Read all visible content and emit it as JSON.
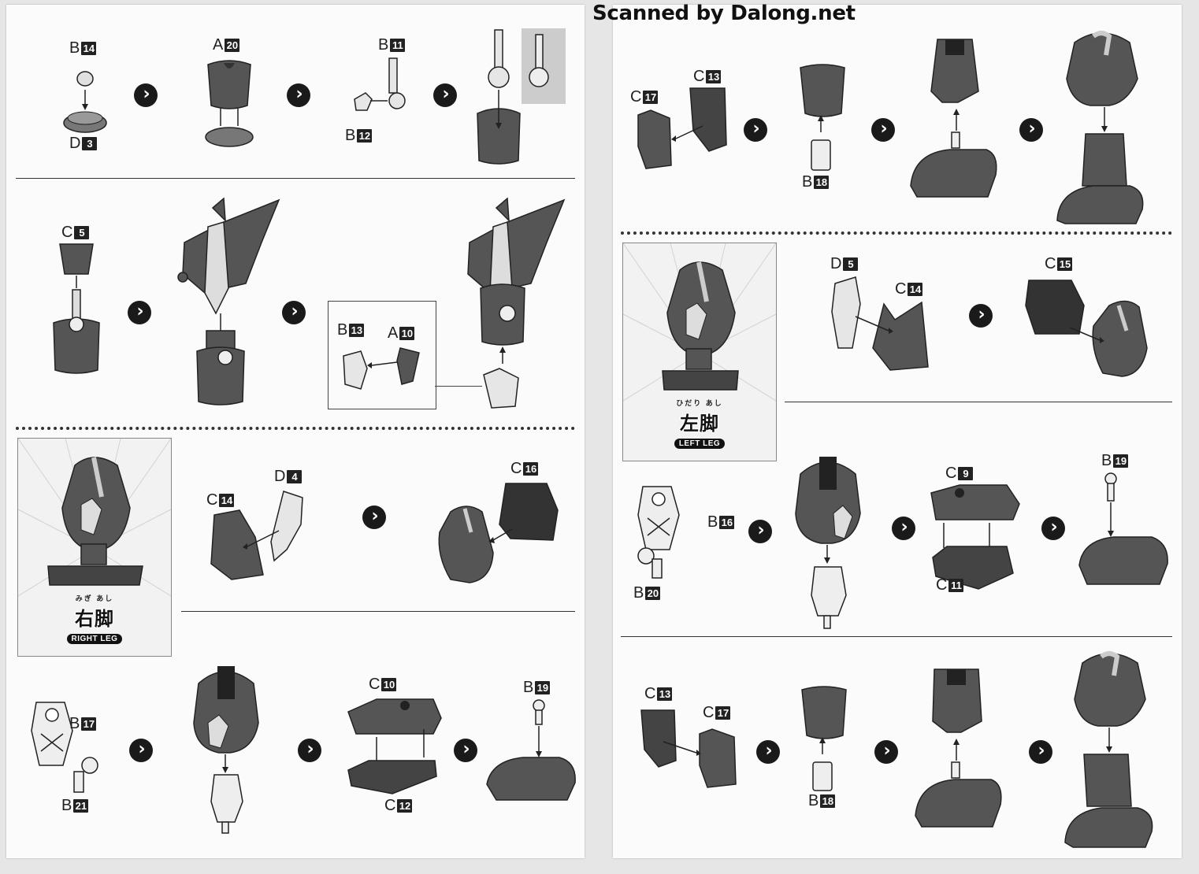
{
  "credit": "Scanned by Dalong.net",
  "sections": {
    "right_leg": {
      "furigana": "みぎ あし",
      "title": "右脚",
      "subtitle": "RIGHT LEG"
    },
    "left_leg": {
      "furigana": "ひだり あし",
      "title": "左脚",
      "subtitle": "LEFT LEG"
    }
  },
  "labels": {
    "l1": {
      "letter": "B",
      "num": "14"
    },
    "l2": {
      "letter": "D",
      "num": "3"
    },
    "l3": {
      "letter": "A",
      "num": "20"
    },
    "l4": {
      "letter": "B",
      "num": "11"
    },
    "l5": {
      "letter": "B",
      "num": "12"
    },
    "l6": {
      "letter": "C",
      "num": "5"
    },
    "l7": {
      "letter": "B",
      "num": "13"
    },
    "l8": {
      "letter": "A",
      "num": "10"
    },
    "l9": {
      "letter": "D",
      "num": "4"
    },
    "l10": {
      "letter": "C",
      "num": "14"
    },
    "l11": {
      "letter": "C",
      "num": "16"
    },
    "l12": {
      "letter": "B",
      "num": "17"
    },
    "l13": {
      "letter": "B",
      "num": "21"
    },
    "l14": {
      "letter": "C",
      "num": "10"
    },
    "l15": {
      "letter": "C",
      "num": "12"
    },
    "l16": {
      "letter": "B",
      "num": "19"
    },
    "r1": {
      "letter": "C",
      "num": "13"
    },
    "r2": {
      "letter": "C",
      "num": "17"
    },
    "r3": {
      "letter": "B",
      "num": "18"
    },
    "r4": {
      "letter": "D",
      "num": "5"
    },
    "r5": {
      "letter": "C",
      "num": "14"
    },
    "r6": {
      "letter": "C",
      "num": "15"
    },
    "r7": {
      "letter": "B",
      "num": "16"
    },
    "r8": {
      "letter": "B",
      "num": "20"
    },
    "r9": {
      "letter": "C",
      "num": "9"
    },
    "r10": {
      "letter": "C",
      "num": "11"
    },
    "r11": {
      "letter": "B",
      "num": "19"
    },
    "r12": {
      "letter": "C",
      "num": "13"
    },
    "r13": {
      "letter": "C",
      "num": "17"
    },
    "r14": {
      "letter": "B",
      "num": "18"
    }
  },
  "arrow_glyph": "›",
  "colors": {
    "part_dark": "#555555",
    "part_mid": "#6e6e6e",
    "part_light": "#d9d9d9",
    "outline": "#1a1a1a"
  }
}
